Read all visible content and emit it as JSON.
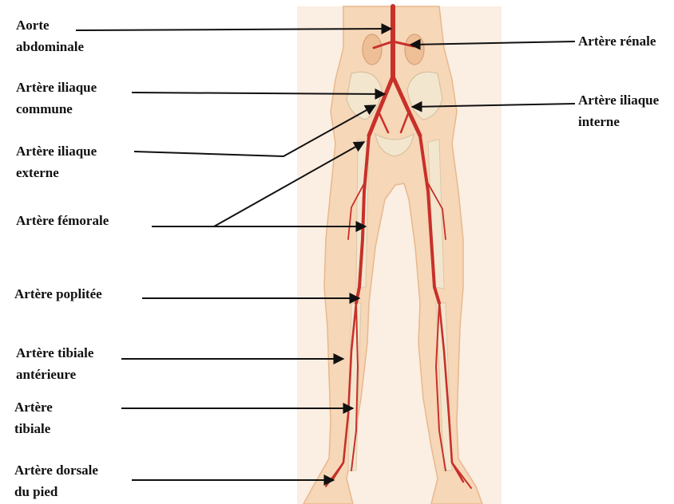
{
  "labels": {
    "aorte": [
      "Aorte",
      "abdominale"
    ],
    "renale": [
      "Artère rénale"
    ],
    "iliaque_commune": [
      "Artère iliaque",
      "commune"
    ],
    "iliaque_interne": [
      "Artère iliaque",
      "interne"
    ],
    "iliaque_externe": [
      "Artère iliaque",
      "externe"
    ],
    "femorale": [
      "Artère fémorale"
    ],
    "poplitee": [
      "Artère poplitée"
    ],
    "tibiale_anterieure": [
      "Artère tibiale",
      "antérieure"
    ],
    "tibiale": [
      "Artère",
      "tibiale"
    ],
    "dorsale_pied": [
      "Artère dorsale",
      "du pied"
    ]
  },
  "colors": {
    "background": "#ffffff",
    "illustration_panel": "#fbeee2",
    "skin": "#f6d7b8",
    "skin_shadow": "#e8b88e",
    "bone": "#f3e6cf",
    "artery": "#c8302a",
    "leader_line": "#111111",
    "text": "#111111"
  }
}
